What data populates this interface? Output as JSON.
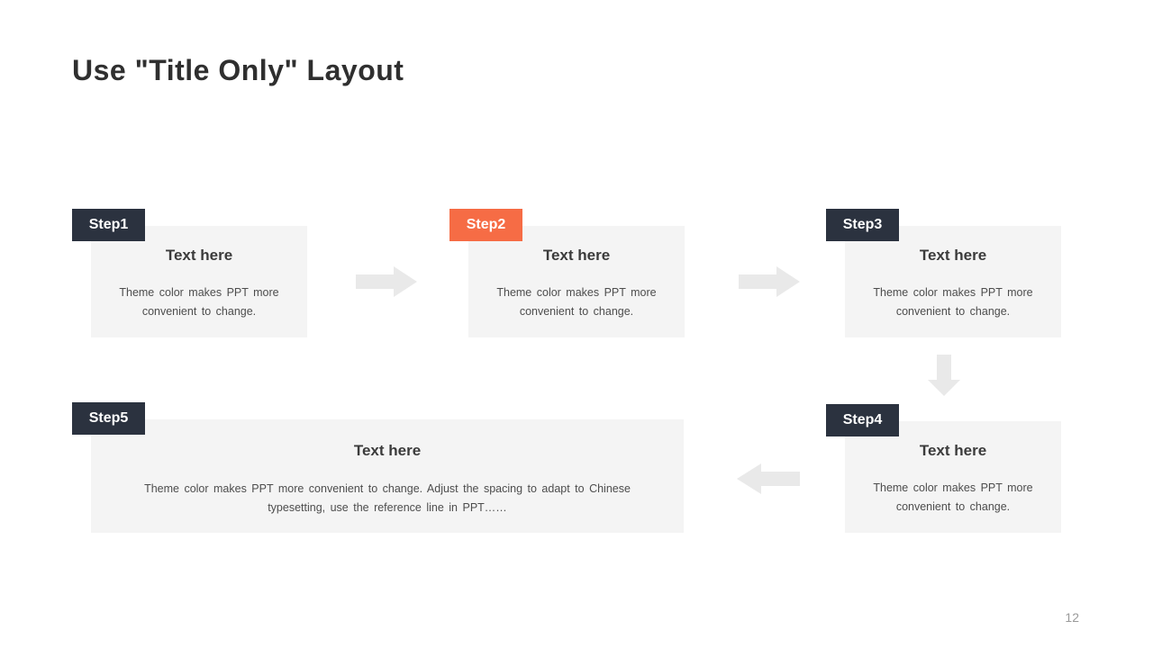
{
  "slide": {
    "title": "Use \"Title Only\" Layout",
    "page_number": "12"
  },
  "colors": {
    "badge_dark": "#2b323f",
    "badge_accent": "#f66c45",
    "box_bg": "#f4f4f4",
    "arrow": "#e9e9e9"
  },
  "steps": [
    {
      "label": "Step1",
      "heading": "Text here",
      "body": "Theme color makes PPT more convenient to change.",
      "accent": false
    },
    {
      "label": "Step2",
      "heading": "Text here",
      "body": "Theme color makes PPT more convenient to change.",
      "accent": true
    },
    {
      "label": "Step3",
      "heading": "Text here",
      "body": "Theme color makes PPT more convenient to change.",
      "accent": false
    },
    {
      "label": "Step4",
      "heading": "Text here",
      "body": "Theme color makes PPT more convenient to change.",
      "accent": false
    },
    {
      "label": "Step5",
      "heading": "Text here",
      "body": "Theme color makes PPT more convenient to change. Adjust the spacing to adapt to Chinese typesetting, use the reference line in PPT……",
      "accent": false
    }
  ],
  "arrows": [
    {
      "direction": "right",
      "from": "Step1",
      "to": "Step2"
    },
    {
      "direction": "right",
      "from": "Step2",
      "to": "Step3"
    },
    {
      "direction": "down",
      "from": "Step3",
      "to": "Step4"
    },
    {
      "direction": "left",
      "from": "Step4",
      "to": "Step5"
    }
  ]
}
